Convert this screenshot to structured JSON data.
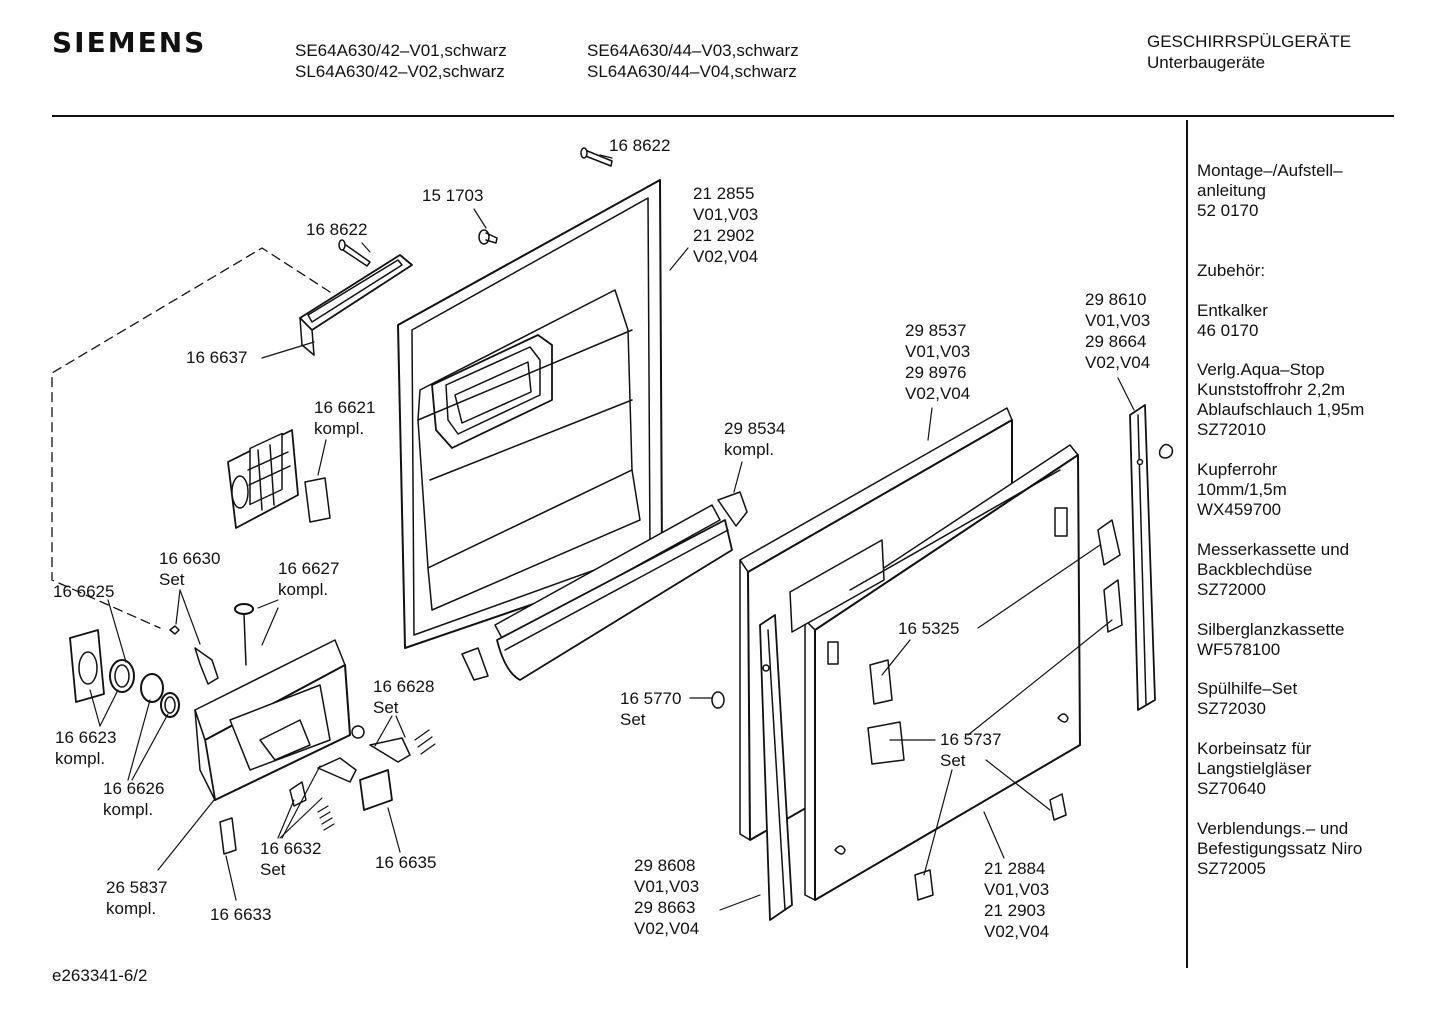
{
  "header": {
    "brand": "SIEMENS",
    "models_left": [
      "SE64A630/42–V01,schwarz",
      "SL64A630/42–V02,schwarz"
    ],
    "models_right": [
      "SE64A630/44–V03,schwarz",
      "SL64A630/44–V04,schwarz"
    ],
    "category": [
      "GESCHIRRSPÜLGERÄTE",
      "Unterbaugeräte"
    ]
  },
  "sidebar": {
    "montage": [
      "Montage–/Aufstell–",
      "anleitung",
      "52 0170"
    ],
    "zubehoer": "Zubehör:",
    "entkalker": [
      "Entkalker",
      "46 0170"
    ],
    "aquastop": [
      "Verlg.Aqua–Stop",
      "Kunststoffrohr 2,2m",
      "Ablaufschlauch 1,95m",
      "SZ72010"
    ],
    "kupferrohr": [
      "Kupferrohr",
      "10mm/1,5m",
      "WX459700"
    ],
    "messer": [
      "Messerkassette und",
      "Backblechdüse",
      "SZ72000"
    ],
    "silberglanz": [
      "Silberglanzkassette",
      "WF578100"
    ],
    "spuelhilfe": [
      "Spülhilfe–Set",
      "SZ72030"
    ],
    "korbeinsatz": [
      "Korbeinsatz für",
      "Langstielgläser",
      "SZ70640"
    ],
    "verblendung": [
      "Verblendungs.– und",
      "Befestigungssatz Niro",
      "SZ72005"
    ]
  },
  "parts": {
    "p168622_top": [
      "16 8622"
    ],
    "p151703": [
      "15 1703"
    ],
    "p168622_left": [
      "16 8622"
    ],
    "p212855": [
      "21 2855",
      "V01,V03",
      "21 2902",
      "V02,V04"
    ],
    "p166637": [
      "16 6637"
    ],
    "p166621": [
      "16 6621",
      "kompl."
    ],
    "p298534": [
      "29 8534",
      "kompl."
    ],
    "p298537": [
      "29 8537",
      "V01,V03",
      "29 8976",
      "V02,V04"
    ],
    "p298610": [
      "29 8610",
      "V01,V03",
      "29 8664",
      "V02,V04"
    ],
    "p166630": [
      "16 6630",
      "Set"
    ],
    "p166627": [
      "16 6627",
      "kompl."
    ],
    "p166625": [
      "16 6625"
    ],
    "p166623": [
      "16 6623",
      "kompl."
    ],
    "p166626": [
      "16 6626",
      "kompl."
    ],
    "p166628": [
      "16 6628",
      "Set"
    ],
    "p165770": [
      "16 5770",
      "Set"
    ],
    "p165325": [
      "16 5325"
    ],
    "p165737": [
      "16 5737",
      "Set"
    ],
    "p166632": [
      "16 6632",
      "Set"
    ],
    "p166635": [
      "16 6635"
    ],
    "p265837": [
      "26 5837",
      "kompl."
    ],
    "p166633": [
      "16 6633"
    ],
    "p298608": [
      "29 8608",
      "V01,V03",
      "29 8663",
      "V02,V04"
    ],
    "p212884": [
      "21 2884",
      "V01,V03",
      "21 2903",
      "V02,V04"
    ]
  },
  "footer": "e263341-6/2",
  "colors": {
    "ink": "#111111",
    "fill": "#ffffff",
    "shade": "#cfcfcf"
  }
}
